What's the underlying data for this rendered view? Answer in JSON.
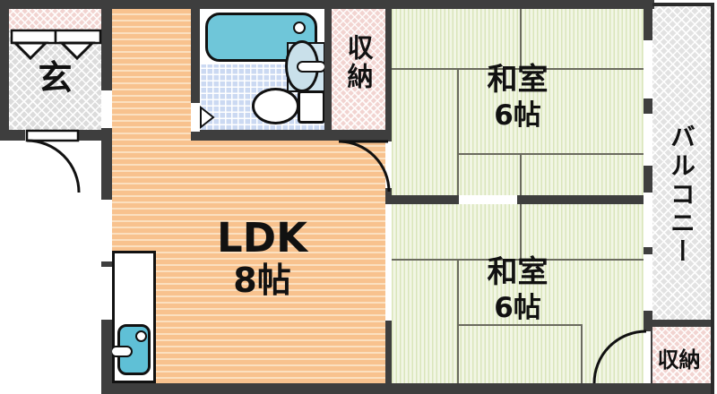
{
  "rooms": {
    "entrance": {
      "label": "玄"
    },
    "ldk": {
      "label": "LDK",
      "size": "8帖"
    },
    "washitsu_upper": {
      "label": "和室",
      "size": "6帖"
    },
    "washitsu_lower": {
      "label": "和室",
      "size": "6帖"
    },
    "balcony": {
      "label": "バルコニー"
    },
    "closet_top": {
      "label": "収納"
    },
    "closet_bottom": {
      "label": "収納"
    }
  },
  "fixtures": {
    "bathtub": "bathtub",
    "toilet": "toilet",
    "washbasin": "washbasin",
    "kitchen_sink": "kitchen-sink",
    "shoe_cabinet": "shoe-cabinet"
  },
  "colors": {
    "wall": "#3e3e3e",
    "ldk_floor": "#f8c28e",
    "tatami_floor": "#eef3dd",
    "entrance_floor": "#dcdcdc",
    "balcony_floor": "#e2e2e2",
    "closet_fill": "#f2d4d1",
    "bathtub": "#6fc6d9",
    "kitchen_sink": "#5fc0d6",
    "tile_floor": "#cbd9f2",
    "washbasin_bg": "#cfe4ee"
  }
}
